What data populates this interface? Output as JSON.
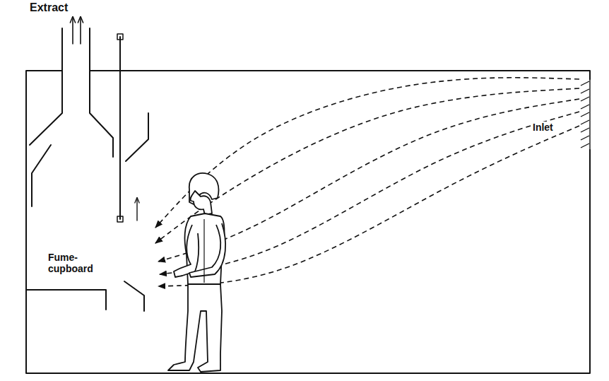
{
  "diagram": {
    "labels": [
      "Extract",
      "Inlet",
      "Fume- cupboard"
    ]
  }
}
